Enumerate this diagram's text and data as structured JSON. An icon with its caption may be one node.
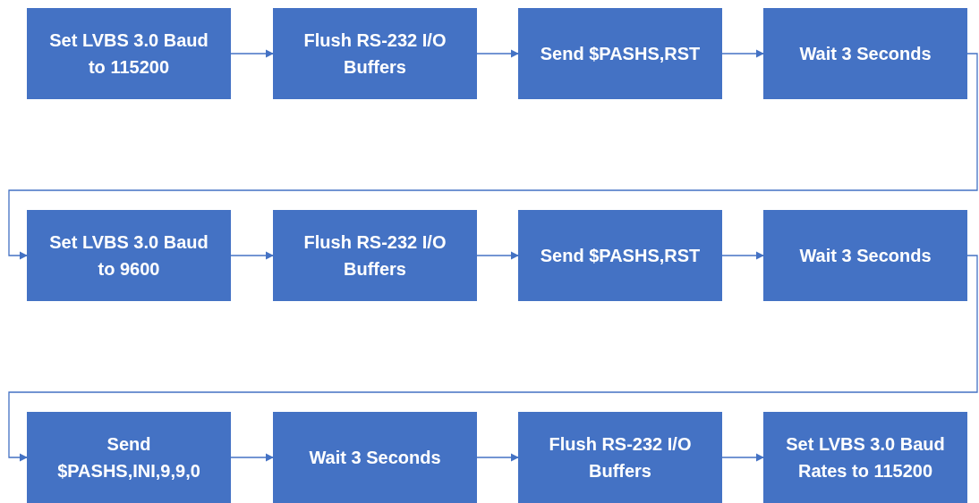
{
  "diagram": {
    "nodes": [
      {
        "text": [
          "Set LVBS 3.0 Baud to 115200"
        ]
      },
      {
        "text": [
          "Flush RS-232 I/O Buffers"
        ]
      },
      {
        "text": [
          "Send $PASHS,RST"
        ]
      },
      {
        "text": [
          "Wait 3 Seconds"
        ]
      },
      {
        "text": [
          "Set LVBS 3.0 Baud to 9600"
        ]
      },
      {
        "text": [
          "Flush RS-232 I/O Buffers"
        ]
      },
      {
        "text": [
          "Send $PASHS,RST"
        ]
      },
      {
        "text": [
          "Wait 3 Seconds"
        ]
      },
      {
        "text": [
          "Send $PASHS,INI,9,9,0"
        ]
      },
      {
        "text": [
          "Wait 3 Seconds"
        ]
      },
      {
        "text": [
          "Flush RS-232 I/O Buffers"
        ]
      },
      {
        "text": [
          "Set LVBS 3.0 Baud Rates to 115200"
        ]
      }
    ],
    "edges": [
      {
        "from": 0,
        "to": 1,
        "arrow": "to"
      },
      {
        "from": 1,
        "to": 2,
        "arrow": "to"
      },
      {
        "from": 2,
        "to": 3,
        "arrow": "to"
      },
      {
        "from": 3,
        "to": 4,
        "arrow": "to"
      },
      {
        "from": 4,
        "to": 5,
        "arrow": "to"
      },
      {
        "from": 5,
        "to": 6,
        "arrow": "to"
      },
      {
        "from": 6,
        "to": 7,
        "arrow": "to"
      },
      {
        "from": 7,
        "to": 8,
        "arrow": "to"
      },
      {
        "from": 8,
        "to": 9,
        "arrow": "to"
      },
      {
        "from": 9,
        "to": 10,
        "arrow": "to"
      },
      {
        "from": 10,
        "to": 11,
        "arrow": "to"
      }
    ]
  }
}
